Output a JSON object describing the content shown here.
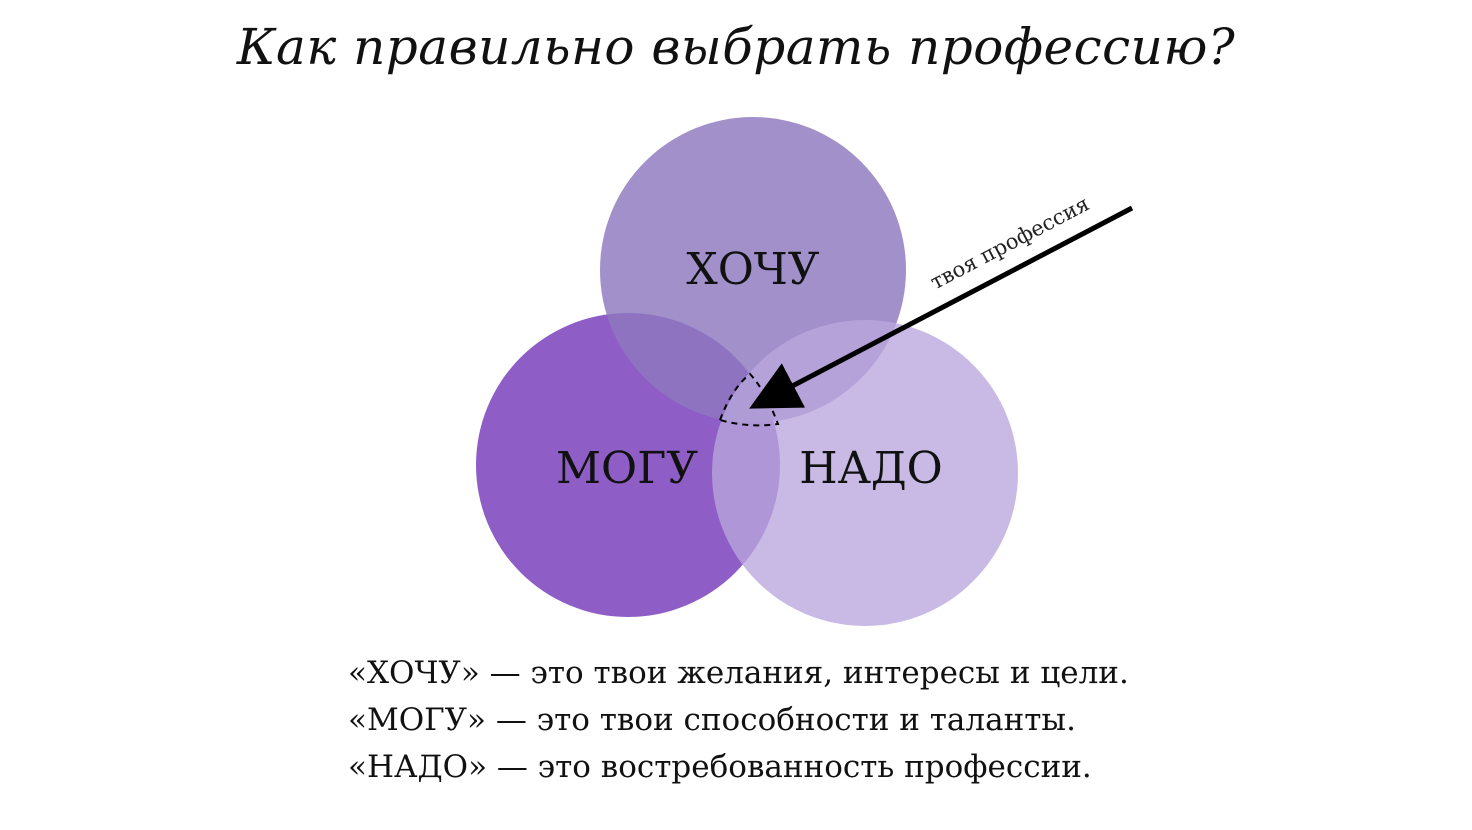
{
  "title": "Как правильно выбрать профессию?",
  "circles": {
    "want": {
      "label": "ХОЧУ",
      "color": "#8e77c0"
    },
    "can": {
      "label": "МОГУ",
      "color": "#7e47bd"
    },
    "need": {
      "label": "НАДО",
      "color": "#b8a6dc"
    }
  },
  "arrow": {
    "label": "твоя профессия"
  },
  "legend": [
    "«ХОЧУ» — это твои желания, интересы и цели.",
    "«МОГУ» — это твои способности и таланты.",
    "«НАДО» — это востребованность профессии."
  ]
}
